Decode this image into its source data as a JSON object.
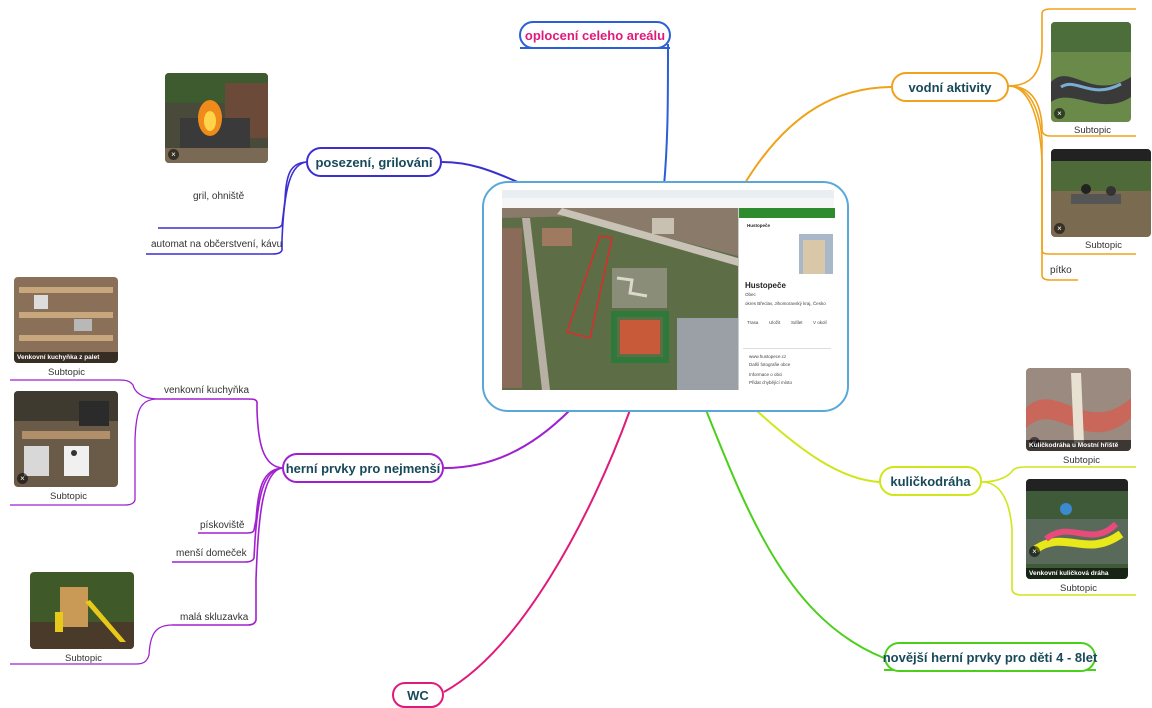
{
  "center": {
    "place_name": "Hustopeče",
    "search_back_label": "Hustopeče",
    "place_subtitle": "Obec",
    "address_text": "okres Břeclav, Jihomoravský kraj, Česko",
    "menu_route": "Trasa",
    "menu_save": "Uložit",
    "menu_share": "Sdílet",
    "menu_nearby": "V okolí",
    "links": [
      "www.hustopece.cz",
      "Další fotografie obce",
      "Informace o obci",
      "Přidat chybějící místo"
    ]
  },
  "nodes": {
    "top": "oplocení celeho areálu",
    "water": "vodní aktivity",
    "seating": "posezení, grilování",
    "kids": "herní prvky pro nejmenší",
    "marble": "kuličkodráha",
    "newer": "novější herní prvky pro děti 4 - 8let",
    "wc": "WC"
  },
  "labels": {
    "grill": "gril, ohniště",
    "vending": "automat na občerstvení, kávu",
    "kitchen": "venkovní kuchyňka",
    "sandbox": "pískoviště",
    "house": "menší domeček",
    "slide": "malá skluzavka",
    "fountain": "pítko"
  },
  "captions": {
    "kitchen_pallet_title": "Venkovní kuchyňka z palet",
    "kitchen_top": "Subtopic",
    "kitchen_bottom": "Subtopic",
    "slide": "Subtopic",
    "water_top": "Subtopic",
    "water_bottom": "Subtopic",
    "marble_top": "Subtopic",
    "marble_bottom": "Subtopic",
    "marble_top_title": "Kuličkodráha u Mostní hřiště",
    "marble_bottom_title": "Venkovní kuličková dráha"
  },
  "colors": {
    "blue": "#2a5fd6",
    "magenta": "#e01a7b",
    "orange": "#f0a21a",
    "indigo": "#3b2fd0",
    "purple": "#a020d0",
    "yellowgreen": "#cfe61a",
    "green": "#4bd01a",
    "text_pink": "#e01a7b",
    "text_teal": "#18495a"
  }
}
